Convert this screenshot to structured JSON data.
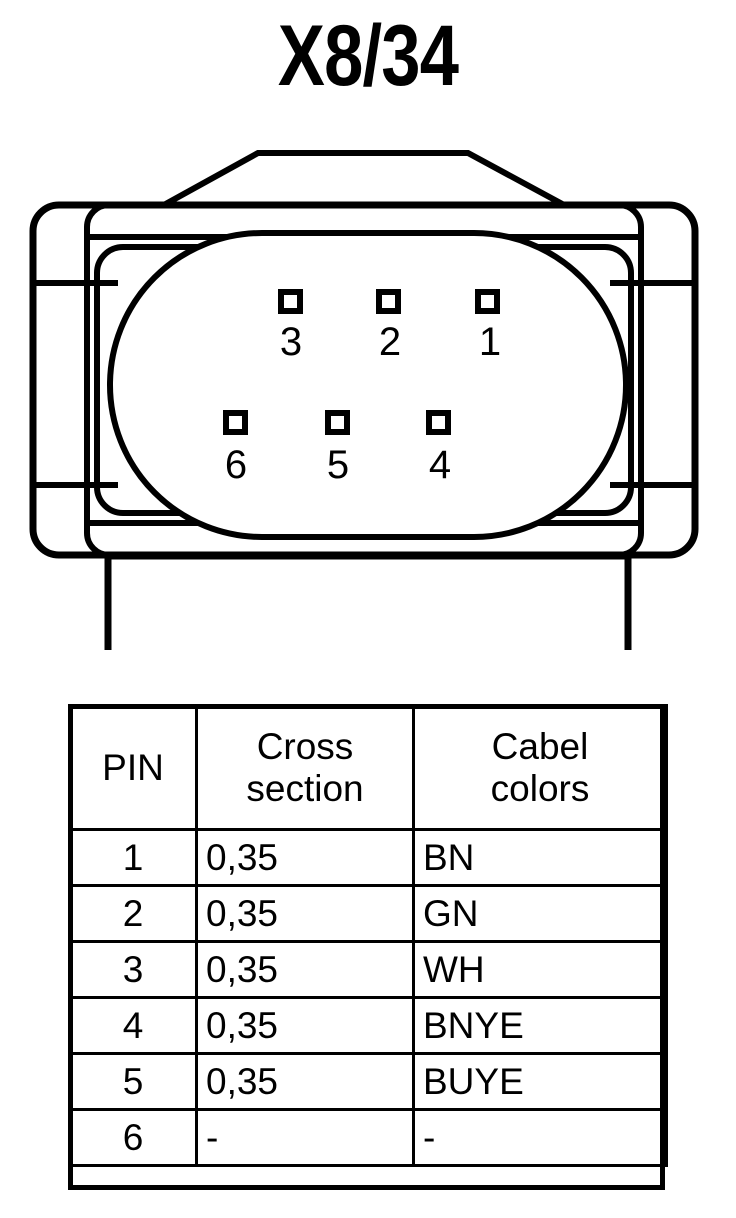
{
  "title": "X8/34",
  "connector": {
    "name": "6-pin oval connector face view",
    "pins": [
      {
        "id": "1",
        "row": "top",
        "label": "1"
      },
      {
        "id": "2",
        "row": "top",
        "label": "2"
      },
      {
        "id": "3",
        "row": "top",
        "label": "3"
      },
      {
        "id": "4",
        "row": "bottom",
        "label": "4"
      },
      {
        "id": "5",
        "row": "bottom",
        "label": "5"
      },
      {
        "id": "6",
        "row": "bottom",
        "label": "6"
      }
    ],
    "top_row_order": [
      "3",
      "2",
      "1"
    ],
    "bottom_row_order": [
      "6",
      "5",
      "4"
    ],
    "line_color": "#000000",
    "fill_color": "#ffffff"
  },
  "table": {
    "headers": {
      "pin": [
        "PIN"
      ],
      "cross_section": [
        "Cross",
        "section"
      ],
      "cable_colors": [
        "Cabel",
        "colors"
      ]
    },
    "rows": [
      {
        "pin": "1",
        "cross_section": "0,35",
        "cable_color": "BN"
      },
      {
        "pin": "2",
        "cross_section": "0,35",
        "cable_color": "GN"
      },
      {
        "pin": "3",
        "cross_section": "0,35",
        "cable_color": "WH"
      },
      {
        "pin": "4",
        "cross_section": "0,35",
        "cable_color": "BNYE"
      },
      {
        "pin": "5",
        "cross_section": "0,35",
        "cable_color": "BUYE"
      },
      {
        "pin": "6",
        "cross_section": "-",
        "cable_color": "-"
      }
    ]
  }
}
